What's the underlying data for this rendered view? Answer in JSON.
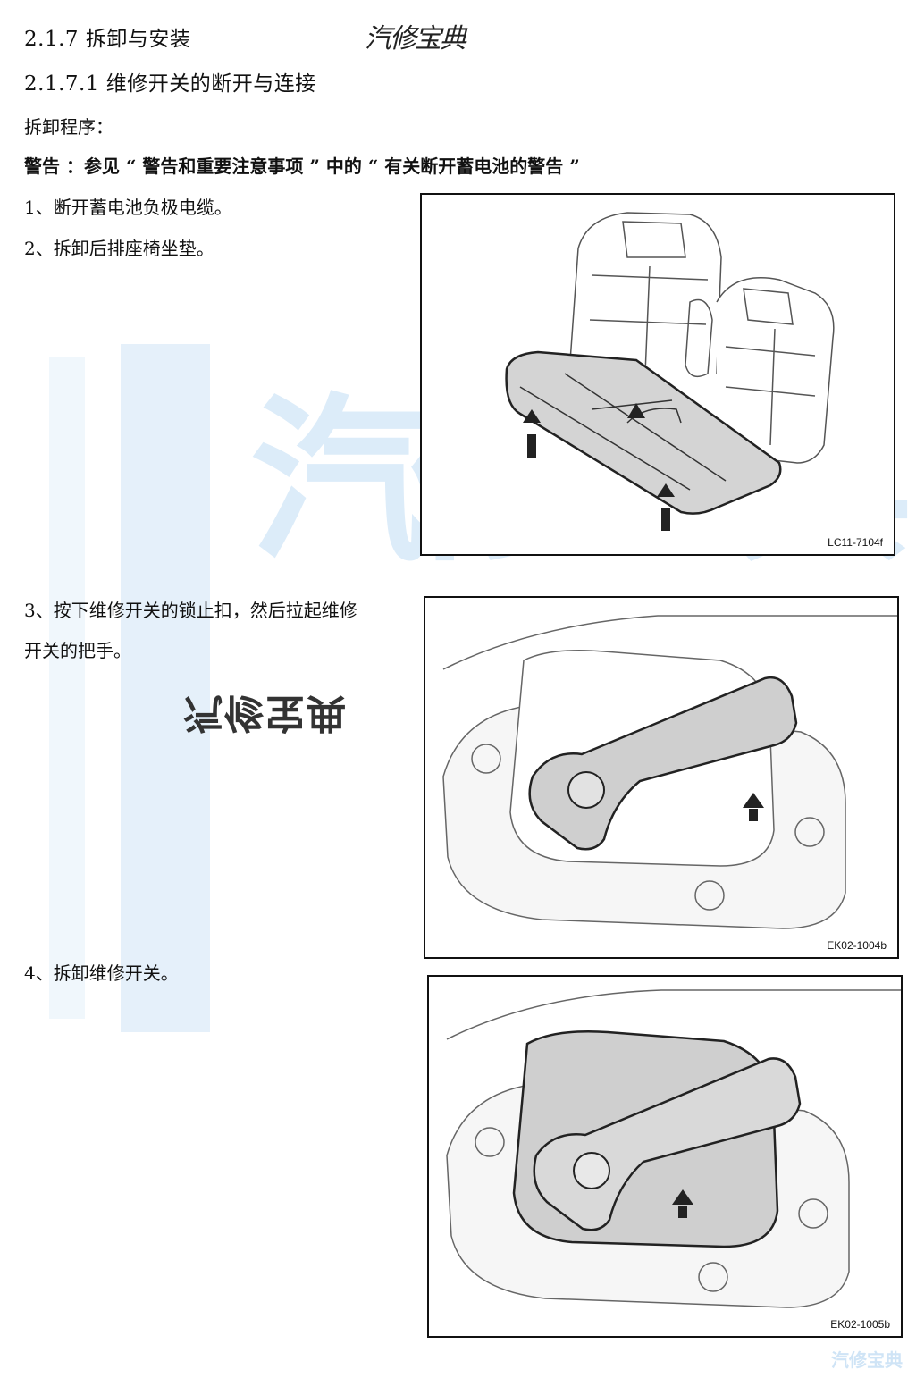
{
  "header": {
    "section_title": "2.1.7 拆卸与安装",
    "subsection_title": "2.1.7.1 维修开关的断开与连接",
    "logo_text": "汽修宝典"
  },
  "procedure": {
    "heading": "拆卸程序：",
    "warning": "警告 ：参见 “ 警告和重要注意事项 ” 中的 “ 有关断开蓄电池的警告 ”",
    "steps": [
      "1、断开蓄电池负极电缆。",
      "2、拆卸后排座椅坐垫。",
      "3、按下维修开关的锁止扣，然后拉起维修",
      "开关的把手。",
      "4、拆卸维修开关。"
    ]
  },
  "figures": [
    {
      "caption": "LC11-7104f",
      "icon": "rear-seat-cushion-illustration"
    },
    {
      "caption": "EK02-1004b",
      "icon": "service-switch-handle-raised-illustration"
    },
    {
      "caption": "EK02-1005b",
      "icon": "service-switch-removal-illustration"
    }
  ],
  "watermark": {
    "text": "汽修宝典",
    "mirrored_text": "汽修宝典",
    "corner_text": "汽修宝典",
    "color": "#cfe4f6"
  }
}
